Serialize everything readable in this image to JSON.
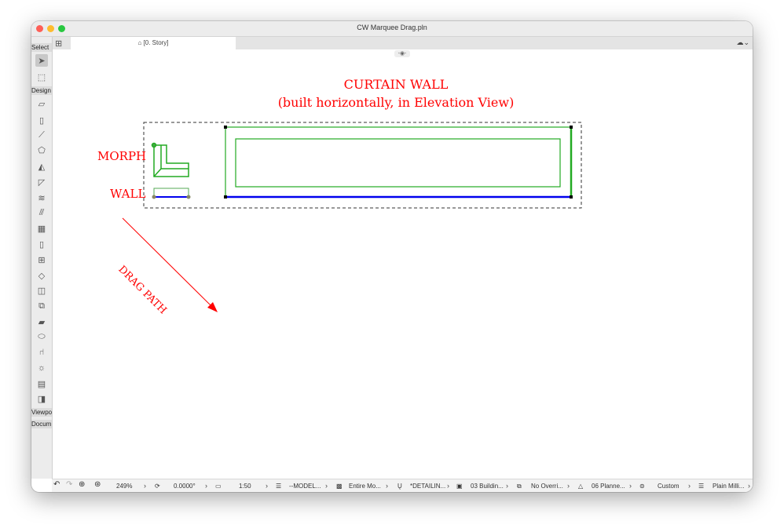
{
  "window": {
    "title": "CW Marquee Drag.pln"
  },
  "tab": {
    "label": "[0. Story]"
  },
  "toolbox": {
    "select_label": "Select",
    "design_label": "Design",
    "viewpoint_label": "Viewpo",
    "document_label": "Docum"
  },
  "annotations": {
    "curtain_wall_line1": "CURTAIN WALL",
    "curtain_wall_line2": "(built horizontally, in Elevation View)",
    "morph": "MORPH",
    "wall": "WALL",
    "drag_path": "DRAG PATH"
  },
  "status": {
    "zoom": "249%",
    "angle": "0.0000°",
    "scale": "1:50",
    "layer": "--MODEL...",
    "model_view": "Entire Mo...",
    "pen": "*DETAILIN...",
    "structure": "03 Buildin...",
    "override": "No Overri...",
    "renovation": "06 Planne...",
    "dimension": "Custom",
    "display": "Plain Milli..."
  },
  "colors": {
    "annotation": "#ff0000",
    "element": "#22aa22",
    "wall_ref": "#0000ee"
  }
}
